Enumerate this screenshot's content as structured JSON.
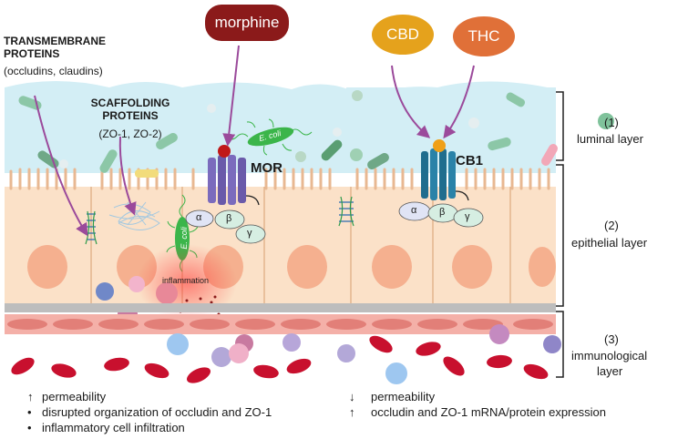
{
  "labels": {
    "transmembrane_title": "TRANSMEMBRANE PROTEINS",
    "transmembrane_sub": "(occludins, claudins)",
    "scaffolding_title": "SCAFFOLDING PROTEINS",
    "scaffolding_sub": "(ZO-1, ZO-2)",
    "morphine": "morphine",
    "cbd": "CBD",
    "thc": "THC",
    "mor": "MOR",
    "cb1": "CB1",
    "ecoli_1": "E. coli",
    "ecoli_2": "E. coli",
    "inflammation": "inflammation",
    "alpha_1": "α",
    "beta_1": "β",
    "gamma_1": "γ",
    "alpha_2": "α",
    "beta_2": "β",
    "gamma_2": "γ"
  },
  "layers": {
    "luminal_num": "(1)",
    "luminal_name": "luminal layer",
    "epithelial_num": "(2)",
    "epithelial_name": "epithelial layer",
    "immuno_num": "(3)",
    "immuno_name1": "immunological",
    "immuno_name2": "layer"
  },
  "effects_left": {
    "arrow": "↑",
    "line1": "permeability",
    "line2": "disrupted organization of occludin and ZO-1",
    "line3": "inflammatory cell infiltration"
  },
  "effects_right": {
    "arrow_down": "↓",
    "arrow_up": "↑",
    "line1": "permeability",
    "line2": "occludin and ZO-1 mRNA/protein expression"
  },
  "colors": {
    "lumen": "#d3eef5",
    "cell": "#fbe1c8",
    "nucleus": "#f5b08f",
    "morphine": "#8b1a1a",
    "cbd": "#e5a21c",
    "thc": "#e07038",
    "mor": "#7b6bbd",
    "cb1": "#1f6d8e",
    "arrow": "#9b4a9b",
    "rbc": "#c8102e"
  }
}
